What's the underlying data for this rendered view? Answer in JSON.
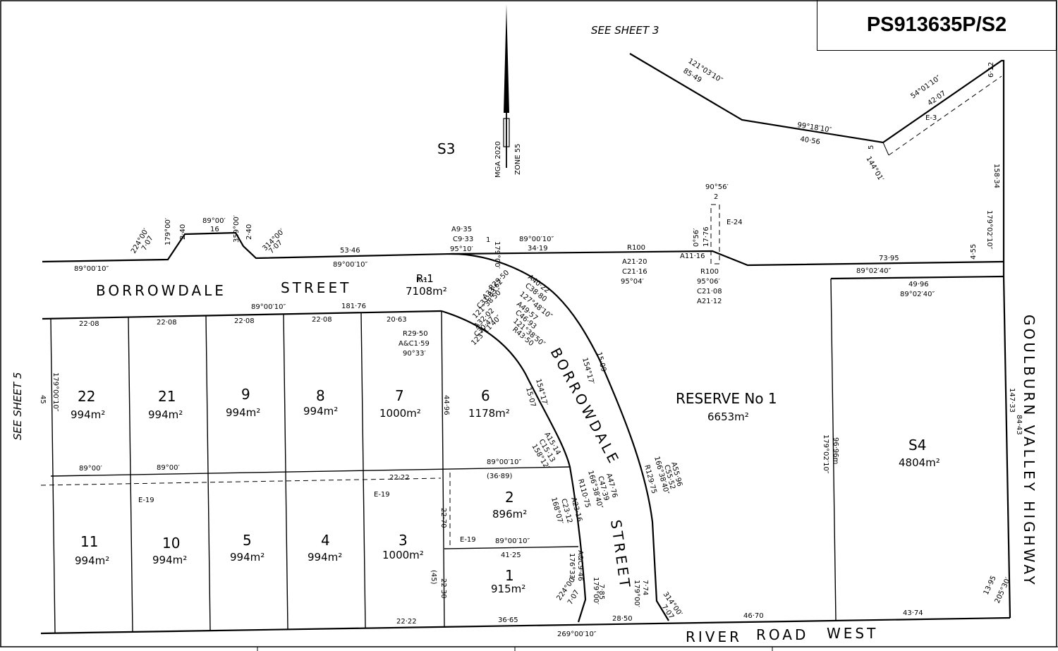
{
  "plan_number": "PS913635P/S2",
  "sheet_refs": {
    "top": "SEE SHEET 3",
    "left": "SEE SHEET 5"
  },
  "north_arrow": {
    "datum": "MGA 2020",
    "zone": "ZONE 55"
  },
  "roads": {
    "borrowdale_top": [
      "BORROWDALE",
      "STREET"
    ],
    "borrowdale_curve": [
      "BORROWDALE",
      "STREET"
    ],
    "river_road": [
      "RIVER",
      "ROAD",
      "WEST"
    ],
    "highway": "GOULBURN VALLEY HIGHWAY"
  },
  "parcels": {
    "s3": {
      "label": "S3"
    },
    "r1": {
      "label": "R-1",
      "area": "7108m²"
    },
    "reserve": {
      "label": "RESERVE No 1",
      "area": "6653m²"
    },
    "s4": {
      "label": "S4",
      "area": "4804m²"
    },
    "lots": [
      {
        "label": "22",
        "area": "994m²"
      },
      {
        "label": "21",
        "area": "994m²"
      },
      {
        "label": "9",
        "area": "994m²"
      },
      {
        "label": "8",
        "area": "994m²"
      },
      {
        "label": "7",
        "area": "1000m²"
      },
      {
        "label": "6",
        "area": "1178m²"
      },
      {
        "label": "11",
        "area": "994m²"
      },
      {
        "label": "10",
        "area": "994m²"
      },
      {
        "label": "5",
        "area": "994m²"
      },
      {
        "label": "4",
        "area": "994m²"
      },
      {
        "label": "3",
        "area": "1000m²"
      },
      {
        "label": "2",
        "area": "896m²"
      },
      {
        "label": "1",
        "area": "915m²"
      }
    ]
  },
  "dims": {
    "d1": "89°00′10″",
    "d2": "224°00′",
    "d3": "7·07",
    "d4": "179°00′",
    "d5": "2·40",
    "d6": "89°00′",
    "d7": "16",
    "d8": "359°00′",
    "d9": "2·40",
    "d10": "314°00′",
    "d11": "7·07",
    "d12": "53·46",
    "d13": "89°00′10″",
    "d14": "A9·35",
    "d15": "C9·33",
    "d16": "95°10′",
    "d17": "179°00′",
    "d18": "1",
    "d19": "89°00′10″",
    "d20": "34·19",
    "d21": "R100",
    "d22": "A21·20",
    "d23": "C21·16",
    "d24": "95°04′",
    "d25": "A11·16",
    "d26": "R100",
    "d27": "95°06′",
    "d28": "C21·08",
    "d29": "A21·12",
    "d30": "90°56′",
    "d31": "2",
    "d32": "0°56′",
    "d33": "17·76",
    "d34": "E-24",
    "d35": "73·95",
    "d36": "89°02′40″",
    "d37": "4·55",
    "d38": "121°03′10″",
    "d39": "85·49",
    "d40": "99°18′10″",
    "d41": "40·56",
    "d42": "5",
    "d43": "144°01′",
    "d44": "54°01′10″",
    "d45": "42·07",
    "d46": "E-3",
    "d47": "6·12",
    "d48": "158·34",
    "d49": "179°02′10″",
    "d50": "A40·22",
    "d51": "C38·80",
    "d52": "127°48′10″",
    "d53": "A49·57",
    "d54": "C46·93",
    "d55": "121°38′50″",
    "d56": "R43·50",
    "d57": "R29·50",
    "d58": "A33·62",
    "d59": "C31·83",
    "d60": "121°38′50″",
    "d61": "A32·02",
    "d62": "C30·47",
    "d63": "123°11′40″",
    "d64": "R-1",
    "d65": "89°00′10″",
    "d66": "181·76",
    "d67": "20·63",
    "d68": "R29·50",
    "d69": "A&C1·59",
    "d70": "90°33′",
    "d71": "22·08",
    "d72": "22·08",
    "d73": "22·08",
    "d74": "22·08",
    "d75": "179°00′10″",
    "d76": "45",
    "d77": "44·96",
    "d78": "15·07",
    "d79": "154°17′",
    "d80": "15·09",
    "d81": "154°17′",
    "d82": "A15·14",
    "d83": "C15·13",
    "d84": "158°12′",
    "d85": "49·96",
    "d86": "89°02′40″",
    "d87": "84·43",
    "d88": "147·33",
    "d89": "179°02′10″",
    "d90": "96·96m",
    "d91": "89°00′",
    "d92": "E-19",
    "d93": "(36·89)",
    "d94": "22·70",
    "d95": "E-19",
    "d96": "89°00′10″",
    "d97": "41·25",
    "d98": "A47·76",
    "d99": "C47·39",
    "d100": "166°38′40″",
    "d101": "R110·75",
    "d102": "A23·16",
    "d103": "C23·12",
    "d104": "168°07′",
    "d105": "A55·96",
    "d106": "C55·52",
    "d107": "166°38′40″",
    "d108": "R129·75",
    "d109": "A&C9·46",
    "d110": "176°33′",
    "d111": "(45)",
    "d112": "22·30",
    "d113": "22·22",
    "d114": "36·65",
    "d115": "224°00′",
    "d116": "7·07",
    "d117": "179°00′",
    "d118": "7·85",
    "d119": "269°00′10″",
    "d120": "28·50",
    "d121": "179°00′",
    "d122": "7·74",
    "d123": "314°00′",
    "d124": "7·07",
    "d125": "46·70",
    "d126": "43·74",
    "d127": "13·95",
    "d128": "205°30′",
    "d129": "89°00′",
    "d130": "89°00′10″",
    "d131": "22·22",
    "d132": "E-19"
  }
}
